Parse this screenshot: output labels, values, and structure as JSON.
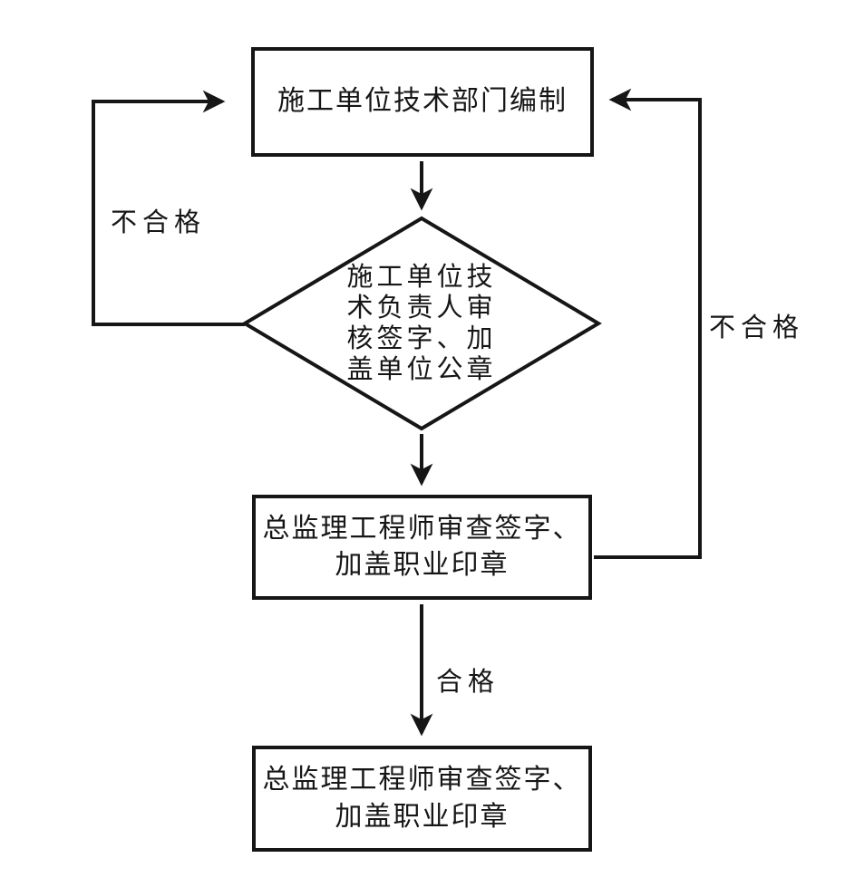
{
  "flowchart": {
    "background_color": "#ffffff",
    "line_color": "#161616",
    "nodes": {
      "top_box": {
        "label": "施工单位技术部门编制"
      },
      "review_diamond": {
        "lines": [
          "施工单位技",
          "术负责人审",
          "核签字、加",
          "盖单位公章"
        ]
      },
      "middle_box": {
        "lines": [
          "总监理工程师审查签字、",
          "加盖职业印章"
        ]
      },
      "bottom_box": {
        "lines": [
          "总监理工程师审查签字、",
          "加盖职业印章"
        ]
      }
    },
    "edge_labels": {
      "fail_left": "不合格",
      "fail_right": "不合格",
      "pass": "合格"
    }
  }
}
